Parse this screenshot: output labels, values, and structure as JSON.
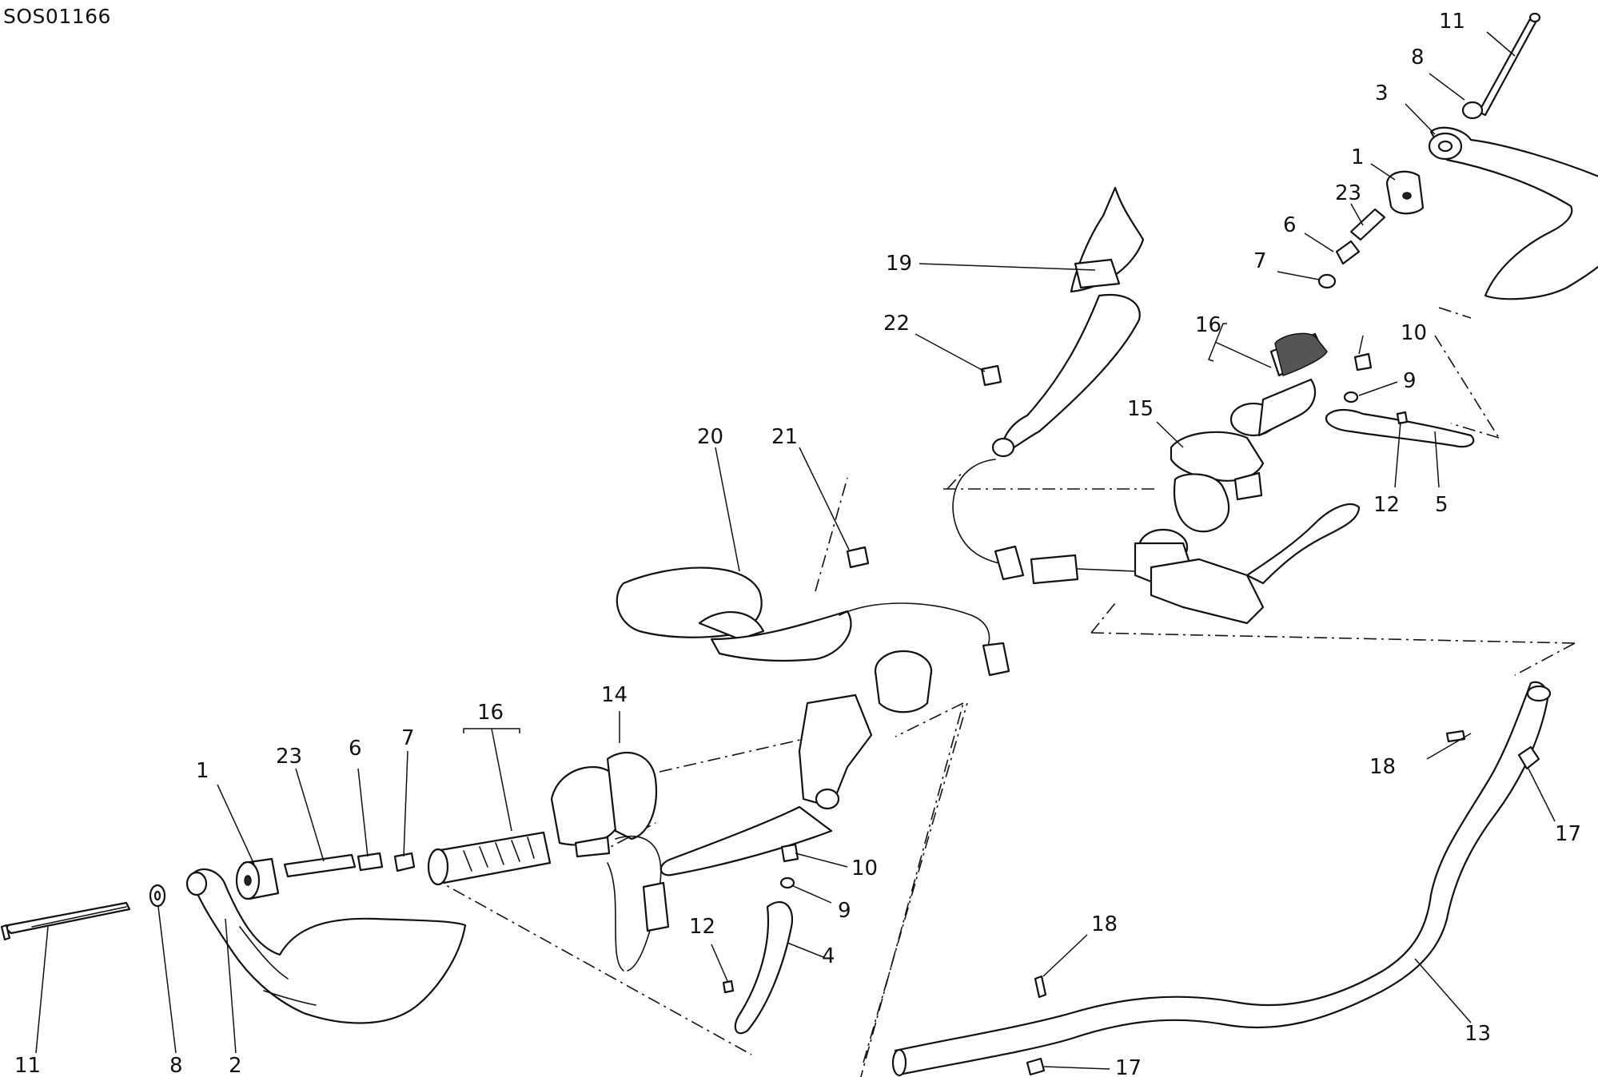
{
  "diagram": {
    "code": "SOS01166",
    "labels": {
      "l1a": "1",
      "l23a": "23",
      "l6a": "6",
      "l7a": "7",
      "l16a": "16",
      "l14": "14",
      "l20": "20",
      "l21": "21",
      "l19": "19",
      "l22": "22",
      "l11a": "11",
      "l8a": "8",
      "l2": "2",
      "l12a": "12",
      "l10a": "10",
      "l9a": "9",
      "l4": "4",
      "l11b": "11",
      "l8b": "8",
      "l3": "3",
      "l1b": "1",
      "l23b": "23",
      "l6b": "6",
      "l7b": "7",
      "l16b": "16",
      "l15": "15",
      "l10b": "10",
      "l9b": "9",
      "l12b": "12",
      "l5": "5",
      "l18a": "18",
      "l17a": "17",
      "l18b": "18",
      "l13": "13",
      "l17b": "17"
    }
  }
}
